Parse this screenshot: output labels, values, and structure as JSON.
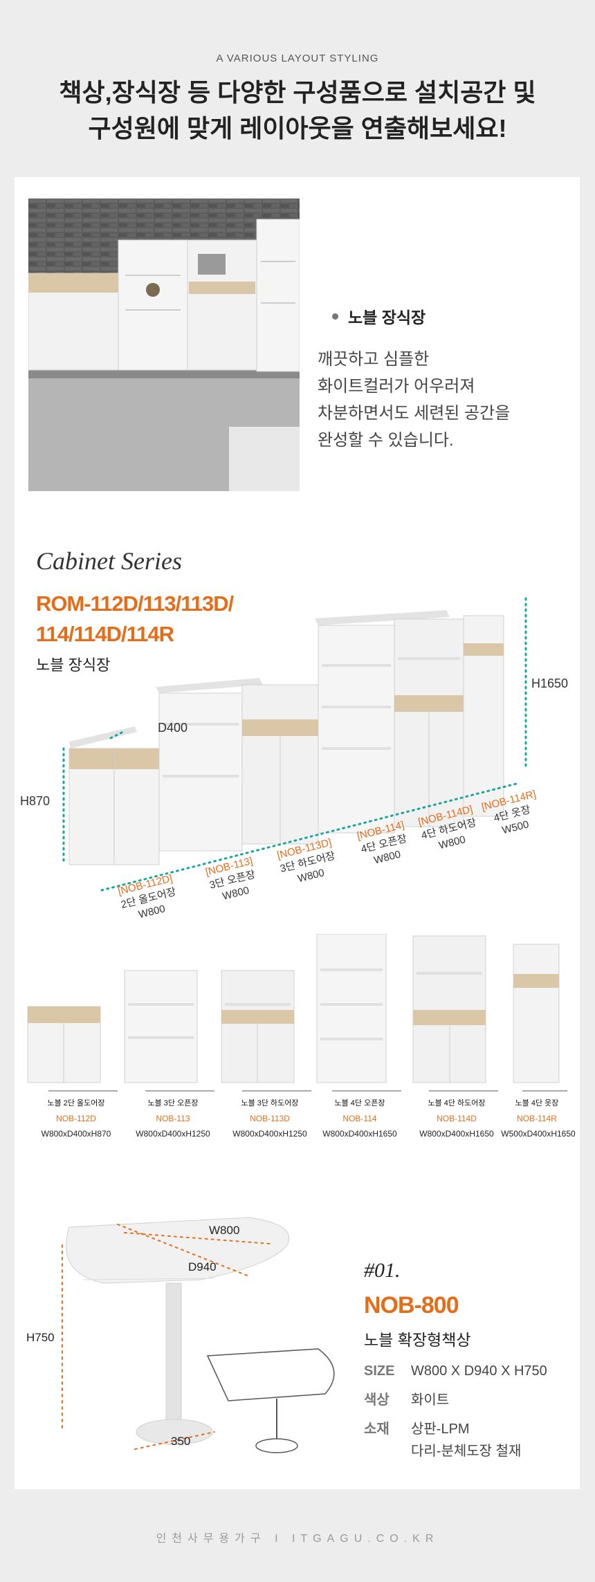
{
  "header": {
    "subtitle_en": "A VARIOUS LAYOUT STYLING",
    "headline_line1": "책상,장식장 등 다양한 구성품으로 설치공간 및",
    "headline_line2": "구성원에 맞게 레이아웃을 연출해보세요!"
  },
  "showcase": {
    "title": "노블 장식장",
    "desc_line1": "깨끗하고 심플한",
    "desc_line2": "화이트컬러가 어우러져",
    "desc_line3": "차분하면서도 세련된 공간을",
    "desc_line4": "완성할 수 있습니다."
  },
  "cabinet": {
    "series_title": "Cabinet Series",
    "models_line1": "ROM-112D/113/113D/",
    "models_line2": "114/114D/114R",
    "name": "노블 장식장",
    "dims": {
      "h_left": "H870",
      "h_right": "H1650",
      "depth": "D400"
    },
    "callouts": [
      {
        "code": "[NOB-112D]",
        "desc": "2단 올도어장",
        "width": "W800"
      },
      {
        "code": "[NOB-113]",
        "desc": "3단 오픈장",
        "width": "W800"
      },
      {
        "code": "[NOB-113D]",
        "desc": "3단 하도어장",
        "width": "W800"
      },
      {
        "code": "[NOB-114]",
        "desc": "4단 오픈장",
        "width": "W800"
      },
      {
        "code": "[NOB-114D]",
        "desc": "4단 하도어장",
        "width": "W800"
      },
      {
        "code": "[NOB-114R]",
        "desc": "4단 옷장",
        "width": "W500"
      }
    ],
    "products": [
      {
        "label": "노블 2단 올도어장",
        "code": "NOB-112D",
        "size": "W800xD400xH870"
      },
      {
        "label": "노블 3단 오픈장",
        "code": "NOB-113",
        "size": "W800xD400xH1250"
      },
      {
        "label": "노블 3단 하도어장",
        "code": "NOB-113D",
        "size": "W800xD400xH1250"
      },
      {
        "label": "노블 4단 오픈장",
        "code": "NOB-114",
        "size": "W800xD400xH1650"
      },
      {
        "label": "노블 4단 하도어장",
        "code": "NOB-114D",
        "size": "W800xD400xH1650"
      },
      {
        "label": "노블 4단 옷장",
        "code": "NOB-114R",
        "size": "W500xD400xH1650"
      }
    ]
  },
  "desk": {
    "number": "#01.",
    "model": "NOB-800",
    "name": "노블 확장형책상",
    "dims": {
      "w": "W800",
      "d": "D940",
      "h": "H750",
      "base": "350"
    },
    "specs": [
      {
        "label": "SIZE",
        "value": "W800 X D940 X H750"
      },
      {
        "label": "색상",
        "value": "화이트"
      },
      {
        "label": "소재",
        "value": "상판-LPM",
        "value2": "다리-분체도장 철재"
      }
    ]
  },
  "colors": {
    "accent": "#e46d1a",
    "teal": "#1aa69b",
    "wood": "#d9c7a8"
  },
  "footer": {
    "text": "인천사무용가구 I ITGAGU.CO.KR"
  }
}
